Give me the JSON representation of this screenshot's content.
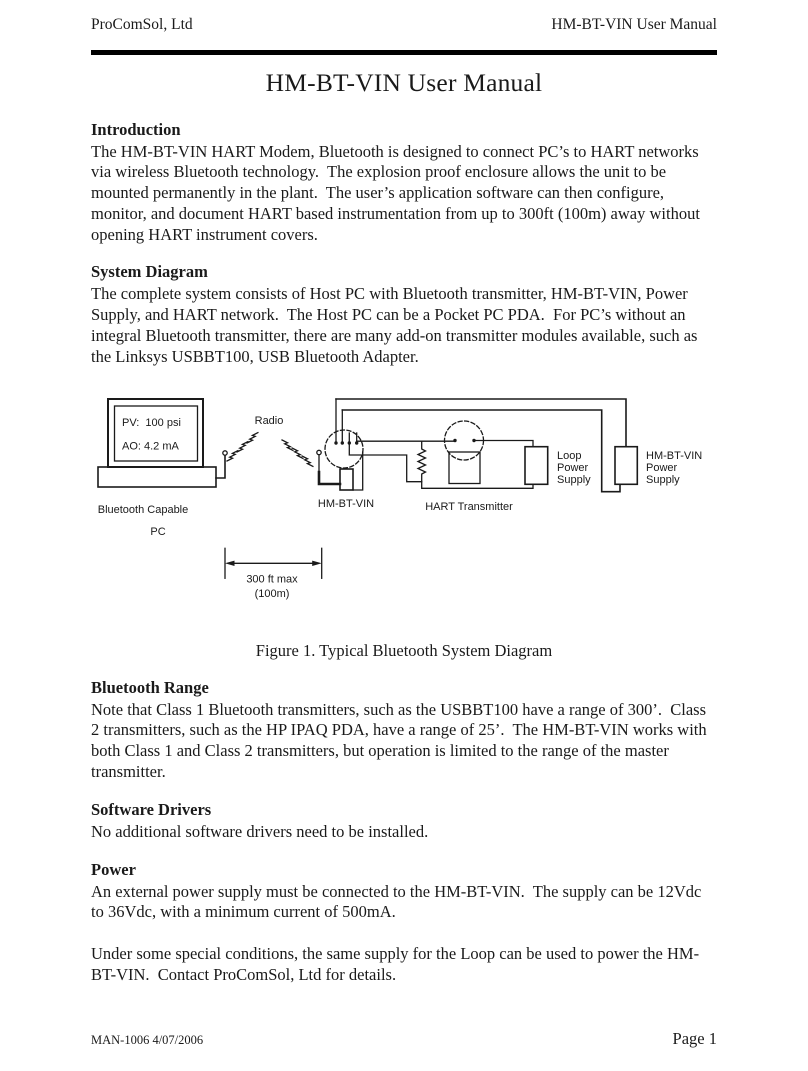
{
  "colors": {
    "ink": "#1a1a1a",
    "paper": "#ffffff"
  },
  "header": {
    "company": "ProComSol, Ltd",
    "doc_title": "HM-BT-VIN User Manual"
  },
  "title": "HM-BT-VIN User Manual",
  "sections": {
    "introduction": {
      "heading": "Introduction",
      "body": "The HM-BT-VIN HART Modem, Bluetooth is designed to connect PC’s to HART networks via wireless Bluetooth technology.  The explosion proof enclosure allows the unit to be mounted permanently in the plant.  The user’s application software can then configure, monitor, and document HART based instrumentation from up to 300ft (100m) away without opening HART instrument covers."
    },
    "system_diagram": {
      "heading": "System Diagram",
      "body": "The complete system consists of Host PC with Bluetooth transmitter, HM-BT-VIN, Power Supply, and HART network.  The Host PC can be a Pocket PC PDA.  For PC’s without an integral Bluetooth transmitter, there are many add-on transmitter modules available, such as the Linksys USBBT100, USB Bluetooth Adapter."
    },
    "bluetooth_range": {
      "heading": "Bluetooth Range",
      "body": "Note that Class 1 Bluetooth transmitters, such as the USBBT100 have a range of 300’.  Class 2 transmitters, such as the HP IPAQ PDA, have a range of 25’.  The HM-BT-VIN works with both Class 1 and Class 2 transmitters, but operation is limited to the range of the master transmitter."
    },
    "software_drivers": {
      "heading": "Software Drivers",
      "body": "No additional software drivers need to be installed."
    },
    "power": {
      "heading": "Power",
      "body1": "An external power supply must be connected to the HM-BT-VIN.  The supply can be 12Vdc to 36Vdc, with a minimum current of 500mA.",
      "body2": "Under some special conditions, the same supply for the Loop can be used to power the HM-BT-VIN.  Contact ProComSol, Ltd for details."
    }
  },
  "figure": {
    "caption": "Figure 1. Typical Bluetooth System Diagram",
    "labels": {
      "screen_pv": "PV:  100 psi",
      "screen_ao": "AO: 4.2 mA",
      "radio": "Radio",
      "pc_line1": "Bluetooth Capable",
      "pc_line2": "PC",
      "modem": "HM-BT-VIN",
      "transmitter": "HART Transmitter",
      "loop_supply": [
        "Loop",
        "Power",
        "Supply"
      ],
      "modem_supply": [
        "HM-BT-VIN",
        "Power",
        "Supply"
      ],
      "distance": "300 ft max",
      "distance_metric": "(100m)"
    }
  },
  "footer": {
    "doc_number": "MAN-1006 4/07/2006",
    "page": "Page 1"
  }
}
